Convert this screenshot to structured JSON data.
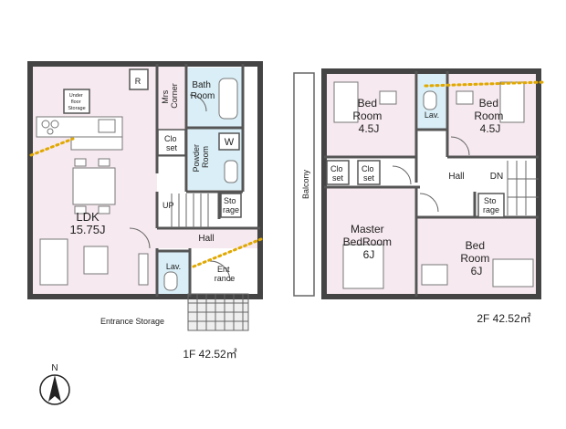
{
  "floor1": {
    "rooms": {
      "ldk_name": "LDK",
      "ldk_size": "15.75J",
      "under_floor_storage": [
        "Under",
        "floor",
        "Storage"
      ],
      "mrs_corner": [
        "Mrs",
        "Corner"
      ],
      "bath": [
        "Bath",
        "Room"
      ],
      "closet": [
        "Clo",
        "set"
      ],
      "powder": [
        "Powder",
        "Room"
      ],
      "washer": "W",
      "refrigerator": "R",
      "up": "UP",
      "storage": [
        "Sto",
        "rage"
      ],
      "hall": "Hall",
      "lav": "Lav.",
      "entrance": [
        "Ent",
        "rance"
      ],
      "entrance_storage": "Entrance Storage"
    },
    "area": "1F 42.52㎡"
  },
  "floor2": {
    "rooms": {
      "bedroom_a": [
        "Bed",
        "Room",
        "4.5J"
      ],
      "lav": "Lav.",
      "bedroom_b": [
        "Bed",
        "Room",
        "4.5J"
      ],
      "balcony": "Balcony",
      "closet1": [
        "Clo",
        "set"
      ],
      "closet2": [
        "Clo",
        "set"
      ],
      "hall": "Hall",
      "dn": "DN",
      "storage": [
        "Sto",
        "rage"
      ],
      "master": [
        "Master",
        "BedRoom",
        "6J"
      ],
      "bedroom_c": [
        "Bed",
        "Room",
        "6J"
      ]
    },
    "area": "2F 42.52㎡"
  },
  "compass": {
    "label": "N"
  },
  "colors": {
    "room_fill": "#f6e9ef",
    "wet_fill": "#d9eef6",
    "boundary": "#e0a800"
  }
}
